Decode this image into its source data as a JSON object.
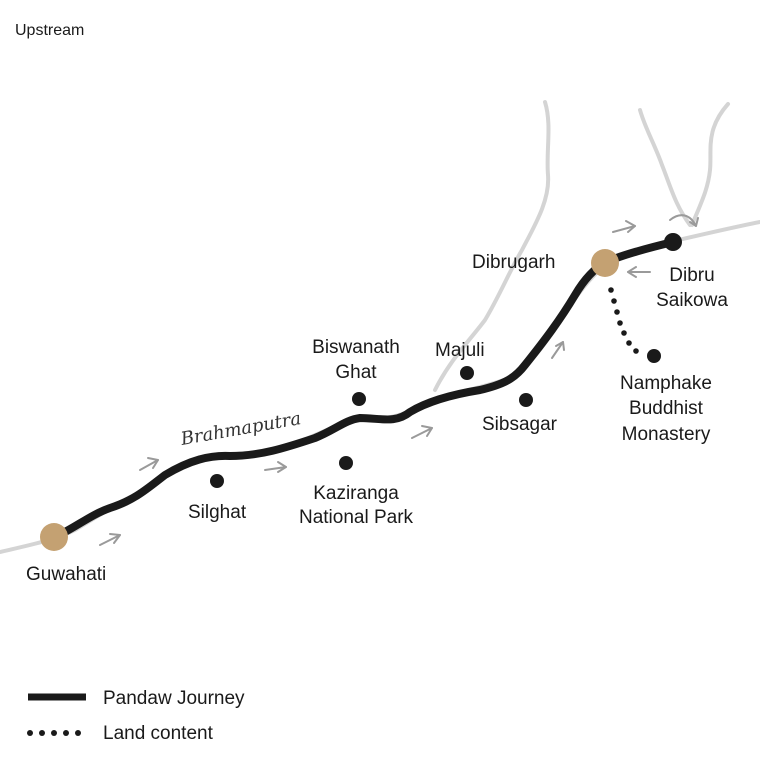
{
  "heading": "Upstream",
  "river_name": "Brahmaputra",
  "colors": {
    "river": "#d4d4d4",
    "route": "#1a1a1a",
    "major_stop": "#c4a172",
    "minor_stop": "#1a1a1a",
    "arrow": "#9a9a9a"
  },
  "places": {
    "guwahati": "Guwahati",
    "silghat": "Silghat",
    "kaziranga_1": "Kaziranga",
    "kaziranga_2": "National Park",
    "biswanath_1": "Biswanath",
    "biswanath_2": "Ghat",
    "majuli": "Majuli",
    "sibsagar": "Sibsagar",
    "dibrugarh": "Dibrugarh",
    "dibru_1": "Dibru",
    "dibru_2": "Saikowa",
    "namphake_1": "Namphake",
    "namphake_2": "Buddhist",
    "namphake_3": "Monastery"
  },
  "legend": {
    "journey": "Pandaw Journey",
    "land": "Land content"
  }
}
